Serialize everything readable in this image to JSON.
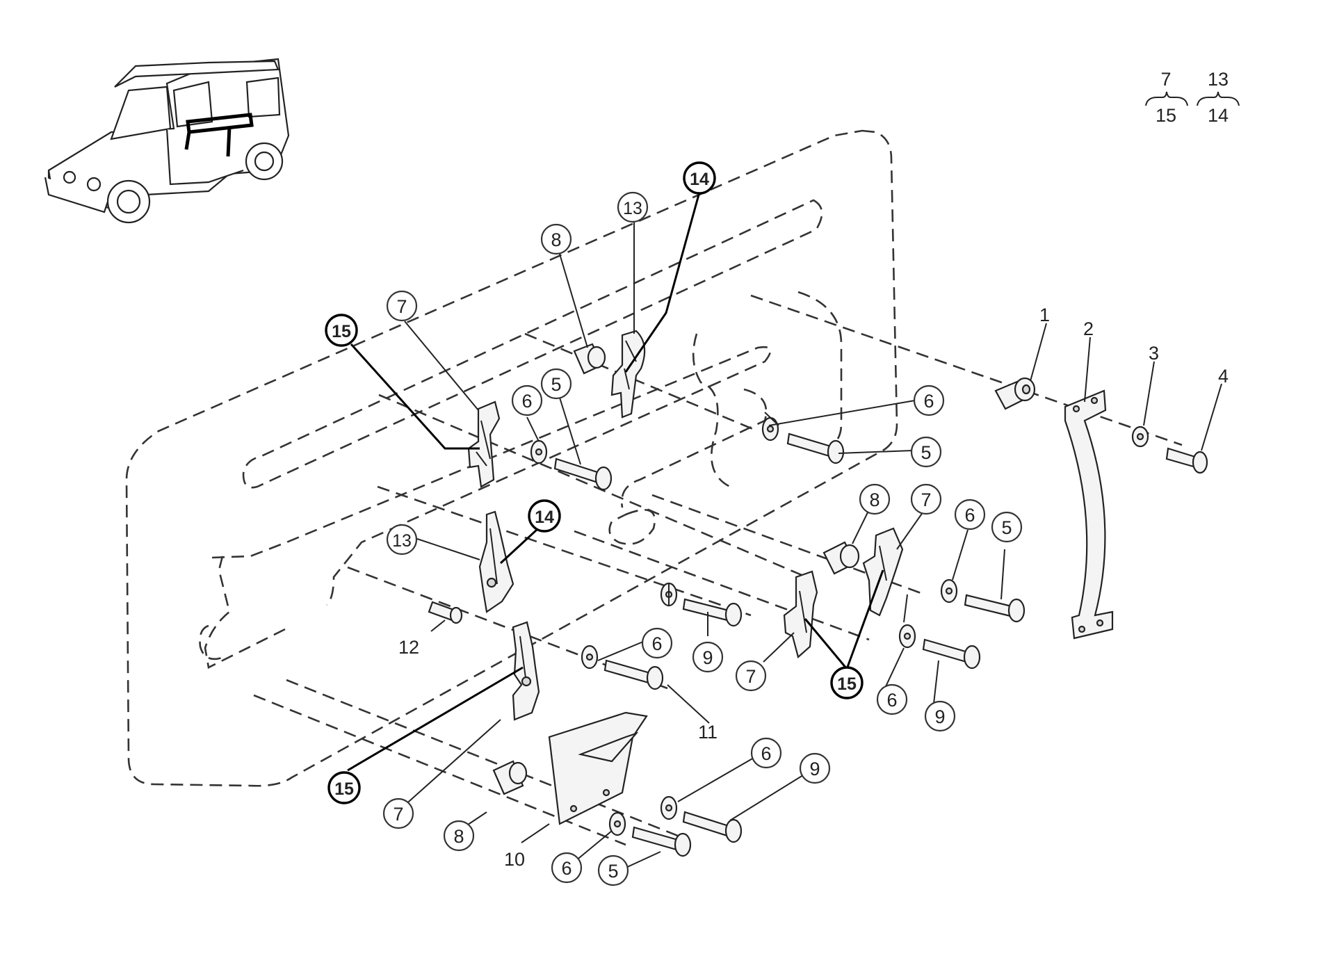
{
  "legend": {
    "group_a_top": "7",
    "group_a_bottom": "15",
    "group_b_top": "13",
    "group_b_bottom": "14"
  },
  "callouts": [
    {
      "id": "c1",
      "label": "1",
      "circled": false,
      "bold": false
    },
    {
      "id": "c2",
      "label": "2",
      "circled": false,
      "bold": false
    },
    {
      "id": "c3",
      "label": "3",
      "circled": false,
      "bold": false
    },
    {
      "id": "c4",
      "label": "4",
      "circled": false,
      "bold": false
    },
    {
      "id": "c5a",
      "label": "5",
      "circled": true,
      "bold": false
    },
    {
      "id": "c5b",
      "label": "5",
      "circled": true,
      "bold": false
    },
    {
      "id": "c5c",
      "label": "5",
      "circled": true,
      "bold": false
    },
    {
      "id": "c5d",
      "label": "5",
      "circled": true,
      "bold": false
    },
    {
      "id": "c6a",
      "label": "6",
      "circled": true,
      "bold": false
    },
    {
      "id": "c6b",
      "label": "6",
      "circled": true,
      "bold": false
    },
    {
      "id": "c6c",
      "label": "6",
      "circled": true,
      "bold": false
    },
    {
      "id": "c6d",
      "label": "6",
      "circled": true,
      "bold": false
    },
    {
      "id": "c6e",
      "label": "6",
      "circled": true,
      "bold": false
    },
    {
      "id": "c6f",
      "label": "6",
      "circled": true,
      "bold": false
    },
    {
      "id": "c6g",
      "label": "6",
      "circled": true,
      "bold": false
    },
    {
      "id": "c7a",
      "label": "7",
      "circled": true,
      "bold": false
    },
    {
      "id": "c7b",
      "label": "7",
      "circled": true,
      "bold": false
    },
    {
      "id": "c7c",
      "label": "7",
      "circled": true,
      "bold": false
    },
    {
      "id": "c7d",
      "label": "7",
      "circled": true,
      "bold": false
    },
    {
      "id": "c8a",
      "label": "8",
      "circled": true,
      "bold": false
    },
    {
      "id": "c8b",
      "label": "8",
      "circled": true,
      "bold": false
    },
    {
      "id": "c8c",
      "label": "8",
      "circled": true,
      "bold": false
    },
    {
      "id": "c9a",
      "label": "9",
      "circled": true,
      "bold": false
    },
    {
      "id": "c9b",
      "label": "9",
      "circled": true,
      "bold": false
    },
    {
      "id": "c9c",
      "label": "9",
      "circled": true,
      "bold": false
    },
    {
      "id": "c10",
      "label": "10",
      "circled": false,
      "bold": false
    },
    {
      "id": "c11",
      "label": "11",
      "circled": false,
      "bold": false
    },
    {
      "id": "c12",
      "label": "12",
      "circled": false,
      "bold": false
    },
    {
      "id": "c13a",
      "label": "13",
      "circled": true,
      "bold": false
    },
    {
      "id": "c13b",
      "label": "13",
      "circled": true,
      "bold": false
    },
    {
      "id": "c14a",
      "label": "14",
      "circled": true,
      "bold": true
    },
    {
      "id": "c14b",
      "label": "14",
      "circled": true,
      "bold": true
    },
    {
      "id": "c15a",
      "label": "15",
      "circled": true,
      "bold": true
    },
    {
      "id": "c15b",
      "label": "15",
      "circled": true,
      "bold": true
    },
    {
      "id": "c15c",
      "label": "15",
      "circled": true,
      "bold": true
    }
  ]
}
